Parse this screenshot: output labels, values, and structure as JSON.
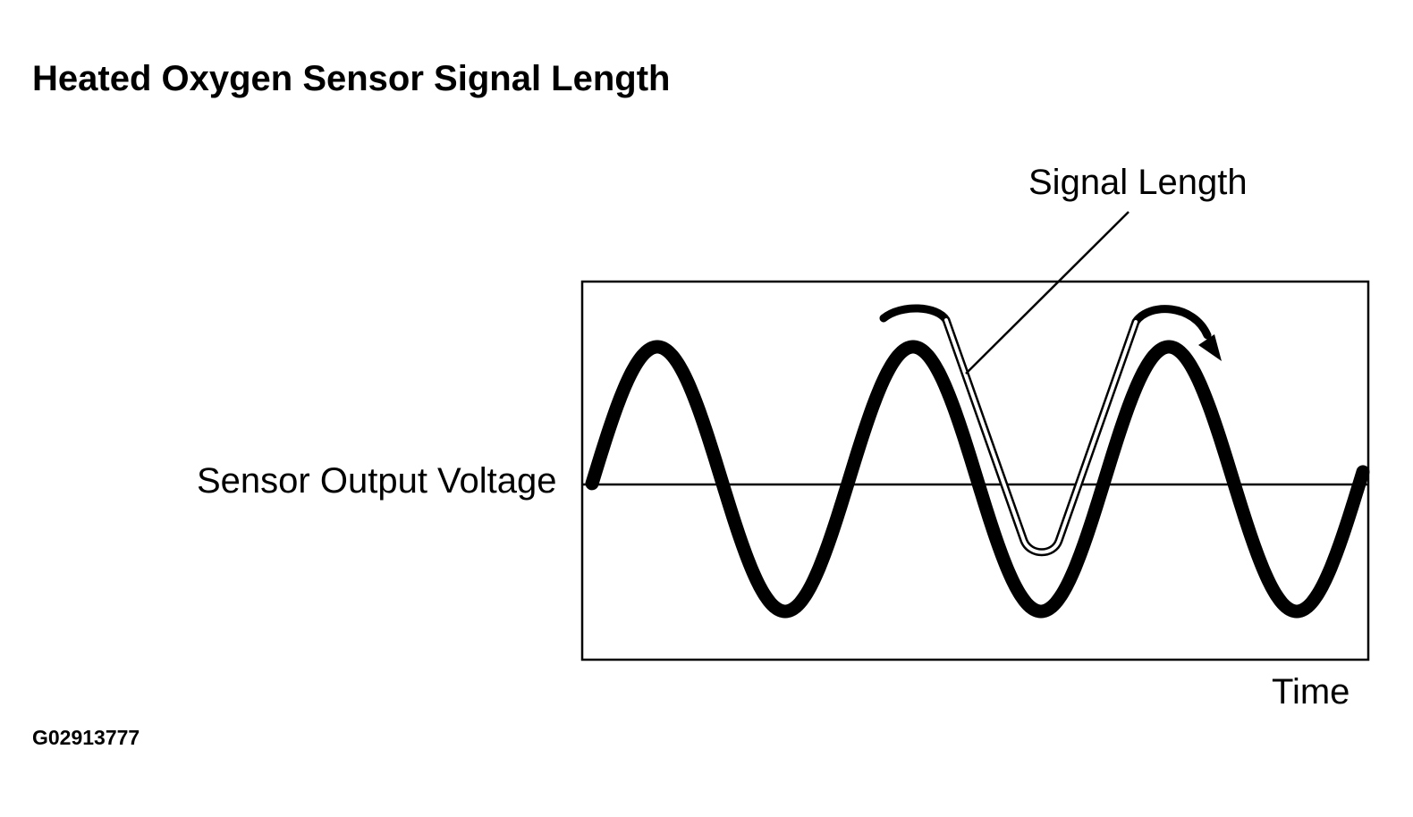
{
  "title": "Heated Oxygen Sensor Signal Length",
  "labels": {
    "signal_length": "Signal Length",
    "sensor_output_voltage": "Sensor Output Voltage",
    "time": "Time",
    "figure_code": "G02913777"
  },
  "colors": {
    "line": "#000000",
    "background": "#ffffff"
  }
}
